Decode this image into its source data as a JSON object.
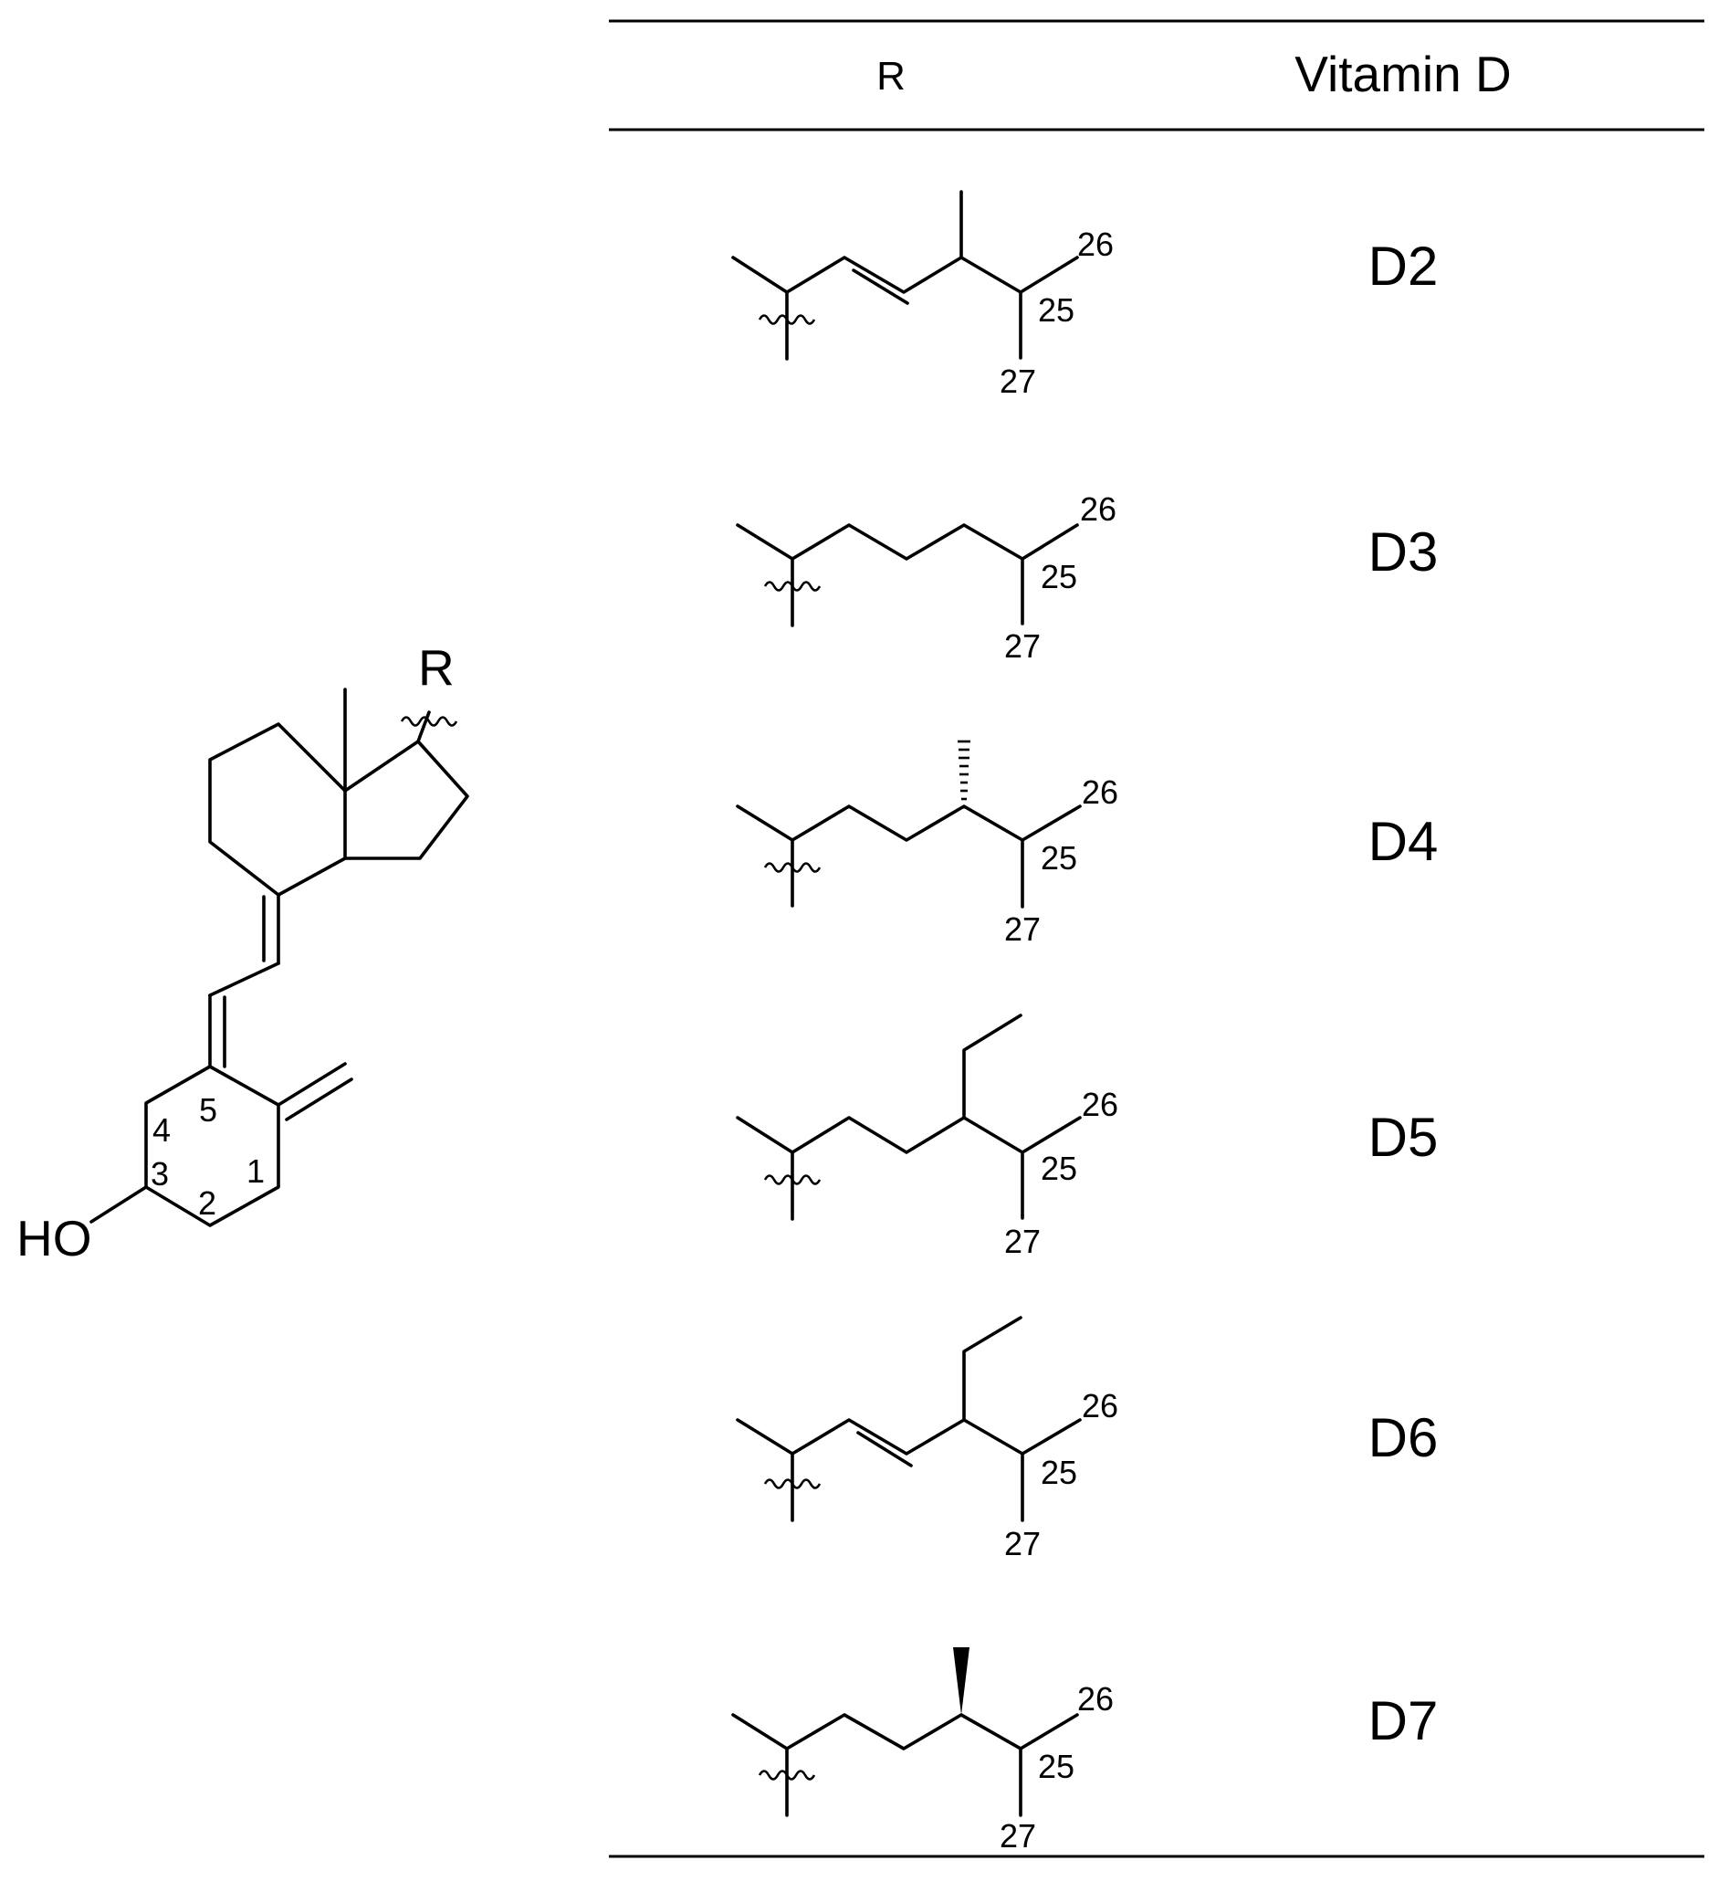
{
  "table": {
    "header": {
      "r": "R",
      "vitamin": "Vitamin D"
    },
    "rows": [
      {
        "vitamin": "D2",
        "labels": {
          "c26": "26",
          "c25": "25",
          "c27": "27"
        }
      },
      {
        "vitamin": "D3",
        "labels": {
          "c26": "26",
          "c25": "25",
          "c27": "27"
        }
      },
      {
        "vitamin": "D4",
        "labels": {
          "c26": "26",
          "c25": "25",
          "c27": "27"
        }
      },
      {
        "vitamin": "D5",
        "labels": {
          "c26": "26",
          "c25": "25",
          "c27": "27"
        }
      },
      {
        "vitamin": "D6",
        "labels": {
          "c26": "26",
          "c25": "25",
          "c27": "27"
        }
      },
      {
        "vitamin": "D7",
        "labels": {
          "c26": "26",
          "c25": "25",
          "c27": "27"
        }
      }
    ]
  },
  "core": {
    "r_label": "R",
    "ho_label": "HO",
    "atom_numbers": {
      "n1": "1",
      "n2": "2",
      "n3": "3",
      "n4": "4",
      "n5": "5"
    }
  }
}
